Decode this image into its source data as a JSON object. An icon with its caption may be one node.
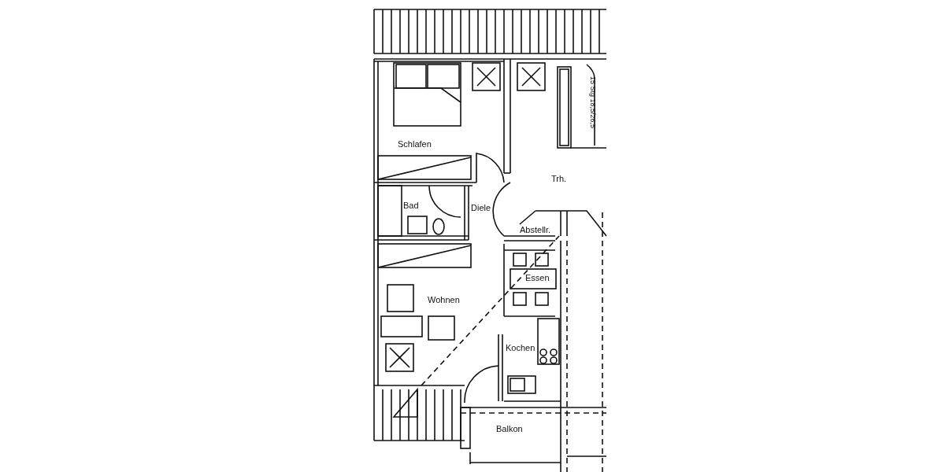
{
  "diagram": {
    "labels": [
      "Schlafen",
      "15 Stg 18,5/26,5",
      "Trh.",
      "Bad",
      "Diele",
      "Abstellr.",
      "Essen",
      "Wohnen",
      "Kochen",
      "Balkon"
    ]
  }
}
